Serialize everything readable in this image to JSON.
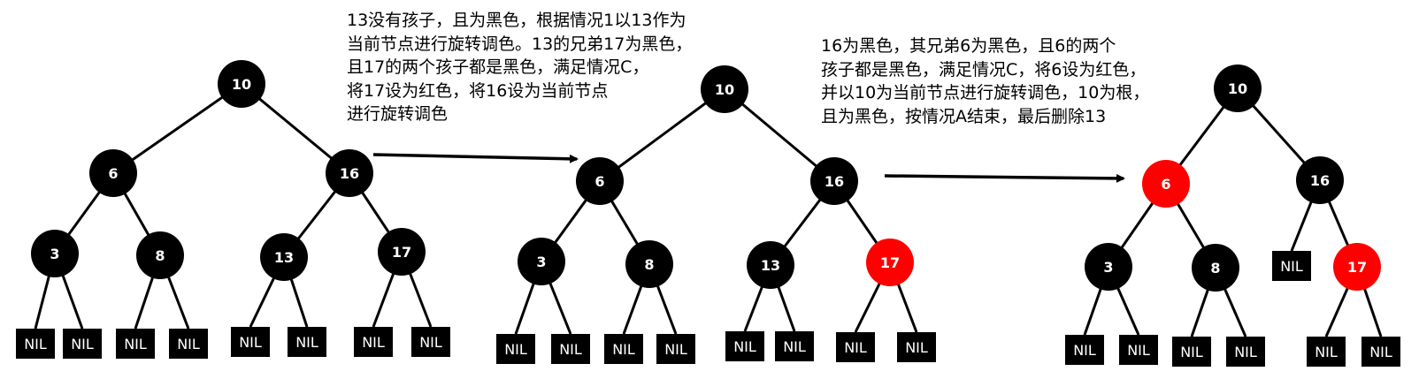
{
  "captions": [
    {
      "lines": [
        "13没有孩子，且为黑色，根据情况1以13作为",
        "当前节点进行旋转调色。13的兄弟17为黑色，",
        "且17的两个孩子都是黑色，满足情况C，",
        "将17设为红色，将16设为当前节点",
        "进行旋转调色"
      ]
    },
    {
      "lines": [
        "16为黑色，其兄弟6为黑色，且6的两个",
        "孩子都是黑色，满足情况C，将6设为红色，",
        "并以10为当前节点进行旋转调色，10为根，",
        "且为黑色，按情况A结束，最后删除13"
      ]
    }
  ],
  "colors": {
    "black": "#000000",
    "red": "#ff0000",
    "white": "#ffffff"
  },
  "nil_label": "NIL",
  "trees": [
    {
      "nodes": [
        {
          "key": "10",
          "color": "black"
        },
        {
          "key": "6",
          "color": "black"
        },
        {
          "key": "16",
          "color": "black"
        },
        {
          "key": "3",
          "color": "black"
        },
        {
          "key": "8",
          "color": "black"
        },
        {
          "key": "13",
          "color": "black"
        },
        {
          "key": "17",
          "color": "black"
        }
      ]
    },
    {
      "nodes": [
        {
          "key": "10",
          "color": "black"
        },
        {
          "key": "6",
          "color": "black"
        },
        {
          "key": "16",
          "color": "black"
        },
        {
          "key": "3",
          "color": "black"
        },
        {
          "key": "8",
          "color": "black"
        },
        {
          "key": "13",
          "color": "black"
        },
        {
          "key": "17",
          "color": "red"
        }
      ]
    },
    {
      "nodes": [
        {
          "key": "10",
          "color": "black"
        },
        {
          "key": "6",
          "color": "red"
        },
        {
          "key": "16",
          "color": "black"
        },
        {
          "key": "3",
          "color": "black"
        },
        {
          "key": "8",
          "color": "black"
        },
        {
          "key": "17",
          "color": "red"
        }
      ]
    }
  ]
}
